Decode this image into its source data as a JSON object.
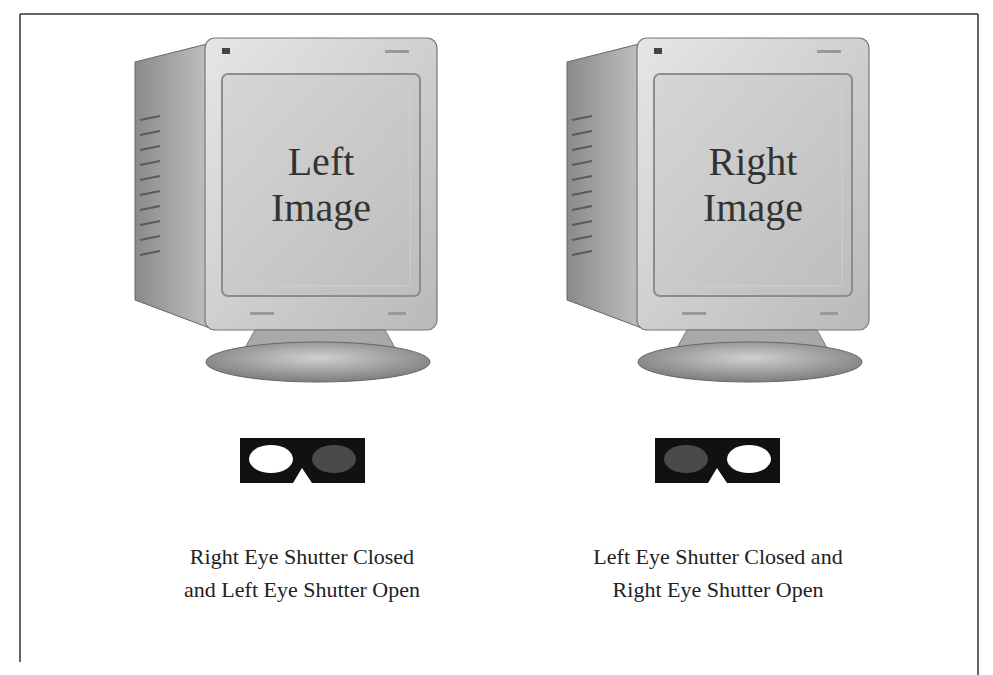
{
  "diagram": {
    "nodes": [
      {
        "text": [
          "Left Image"
        ]
      },
      {
        "text": [
          "Right Image"
        ]
      }
    ],
    "labels": [
      "Right Eye Shutter Closed and Left Eye Shutter Open",
      "Left Eye Shutter Closed and Right Eye Shutter Open"
    ]
  }
}
